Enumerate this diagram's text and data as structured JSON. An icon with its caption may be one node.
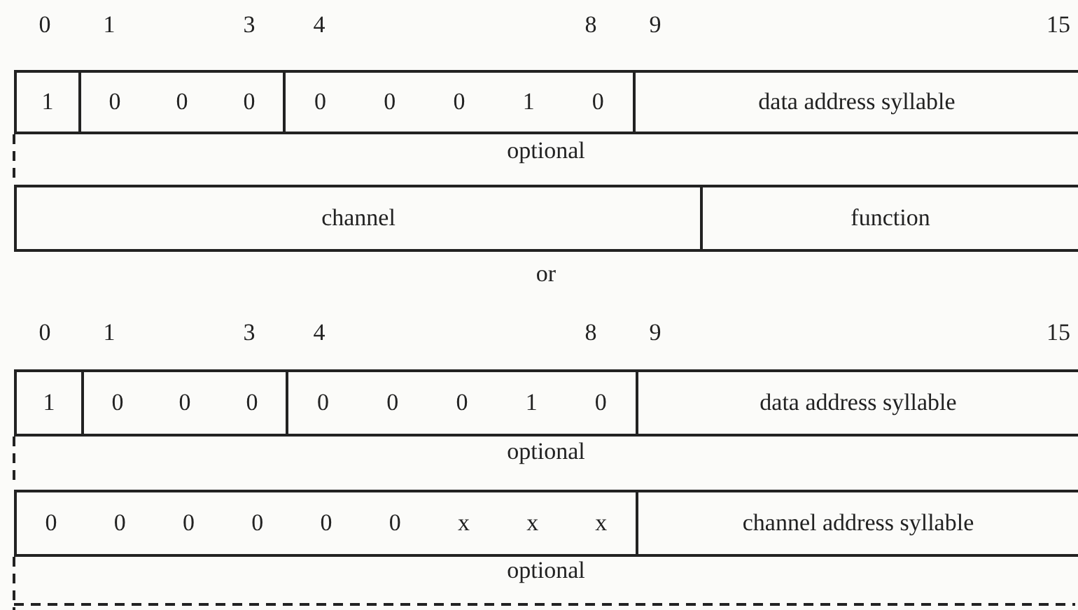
{
  "diagram": {
    "nodes": [
      {
        "text": [
          "1"
        ]
      },
      {
        "text": [
          "0",
          "0",
          "0"
        ]
      },
      {
        "text": [
          "0",
          "0",
          "0",
          "1",
          "0"
        ]
      },
      {
        "text": [
          "data address syllable"
        ]
      },
      {
        "text": [
          "channel"
        ]
      },
      {
        "text": [
          "function"
        ]
      },
      {
        "text": [
          "1"
        ]
      },
      {
        "text": [
          "0",
          "0",
          "0"
        ]
      },
      {
        "text": [
          "0",
          "0",
          "0",
          "1",
          "0"
        ]
      },
      {
        "text": [
          "data address syllable"
        ]
      },
      {
        "text": [
          "0",
          "0",
          "0",
          "0",
          "0",
          "0",
          "x",
          "x",
          "x"
        ]
      },
      {
        "text": [
          "channel address syllable"
        ]
      }
    ],
    "labels": [
      "0",
      "1",
      "3",
      "4",
      "8",
      "9",
      "15",
      "optional",
      "or",
      "0",
      "1",
      "3",
      "4",
      "8",
      "9",
      "15",
      "optional",
      "optional"
    ]
  }
}
